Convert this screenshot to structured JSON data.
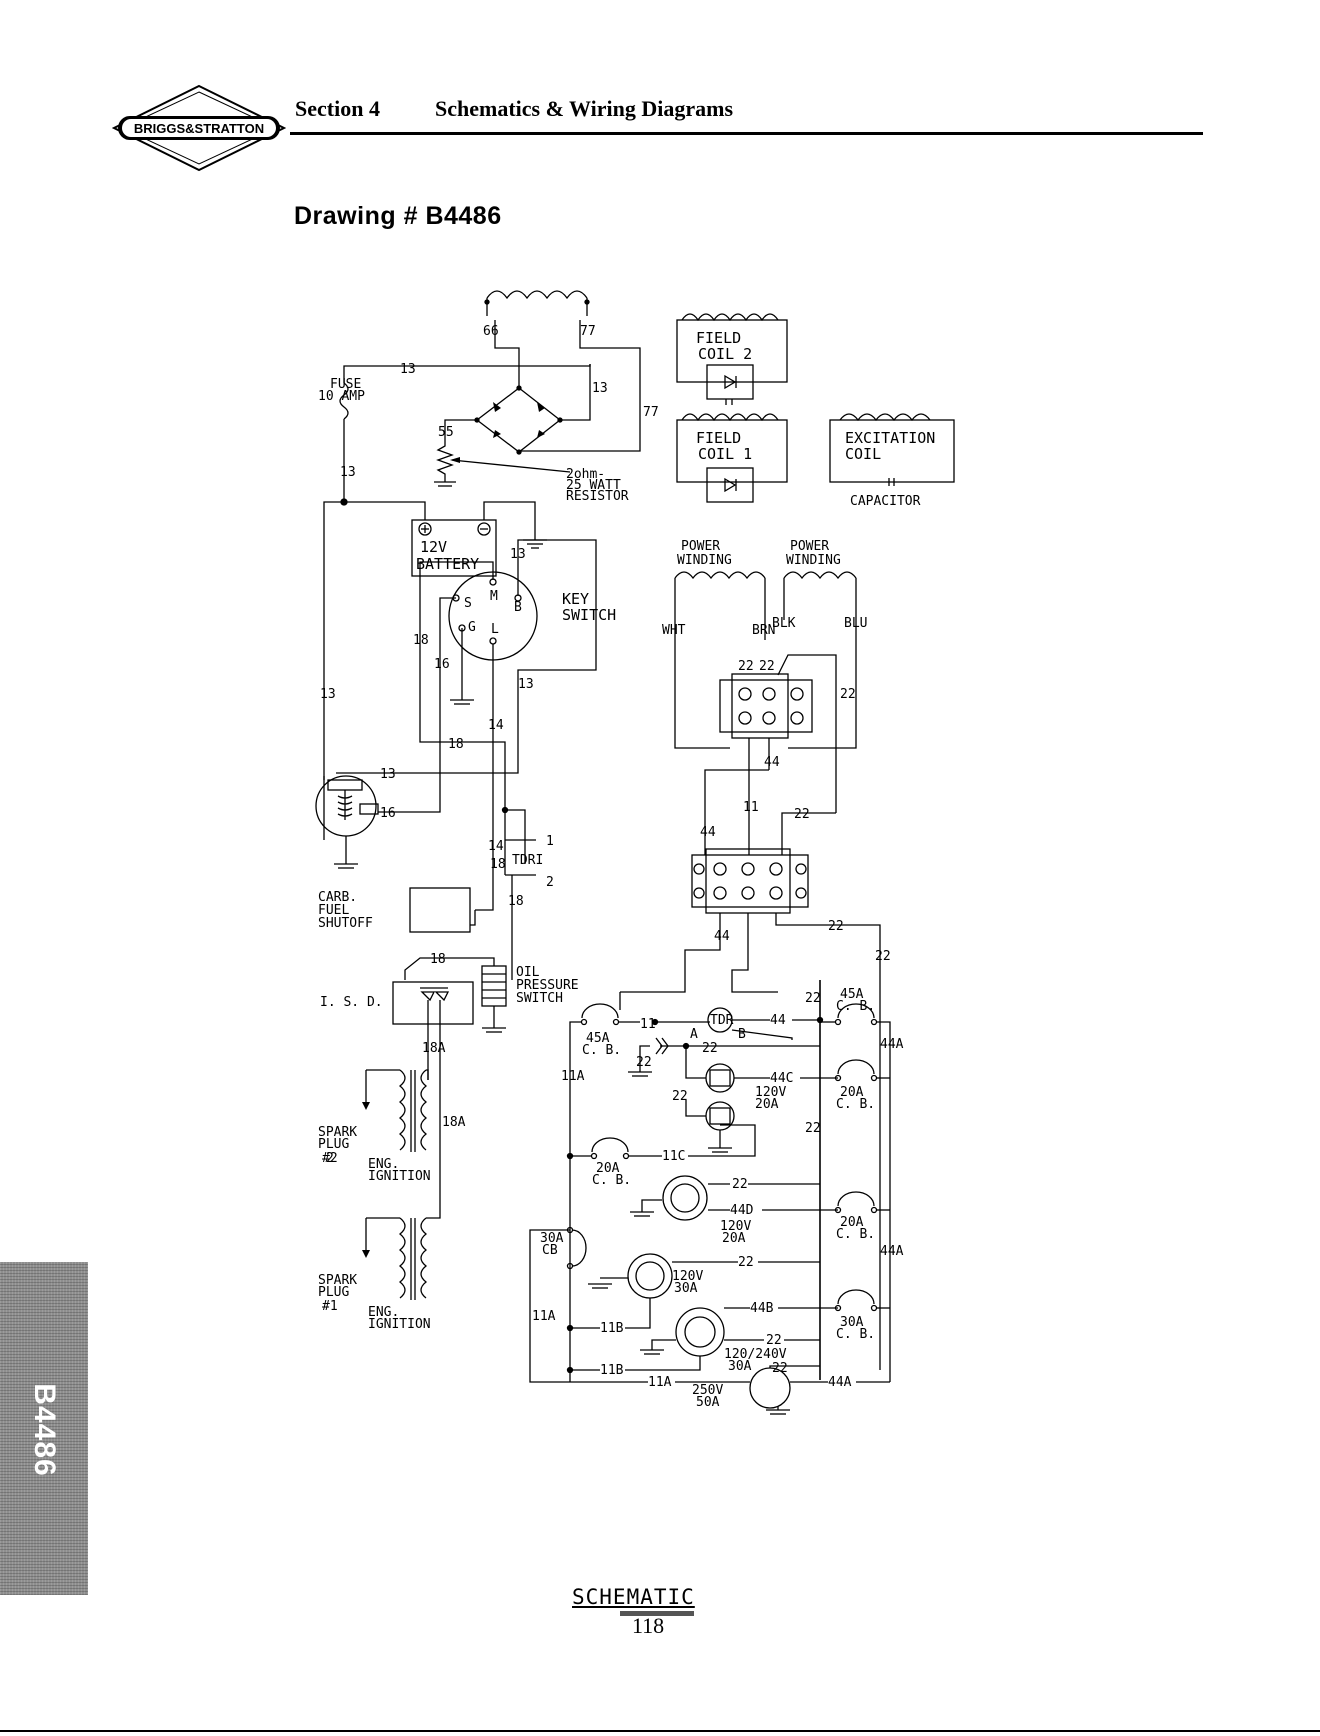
{
  "header": {
    "brand": "BRIGGS&STRATTON",
    "section": "Section 4",
    "title": "Schematics & Wiring Diagrams"
  },
  "drawing": {
    "prefix": "Drawing #",
    "number": "B4486"
  },
  "side_tab": "B4486",
  "caption": "SCHEMATIC",
  "page_number": "118",
  "labels": {
    "fuse": "FUSE",
    "fuse_rating": "10 AMP",
    "resistor_1": "2ohm-",
    "resistor_2": "25 WATT",
    "resistor_3": "RESISTOR",
    "battery_1": "12V",
    "battery_2": "BATTERY",
    "field_coil_2_a": "FIELD",
    "field_coil_2_b": "COIL 2",
    "field_coil_1_a": "FIELD",
    "field_coil_1_b": "COIL 1",
    "excitation_a": "EXCITATION",
    "excitation_b": "COIL",
    "capacitor": "CAPACITOR",
    "power_winding_a": "POWER",
    "power_winding_b": "WINDING",
    "key_switch_a": "KEY",
    "key_switch_b": "SWITCH",
    "carb_1": "CARB.",
    "carb_2": "FUEL",
    "carb_3": "SHUTOFF",
    "tdri": "TDRI",
    "oil_1": "OIL",
    "oil_2": "PRESSURE",
    "oil_3": "SWITCH",
    "isd": "I. S. D.",
    "spark_1": "SPARK",
    "spark_plug": "PLUG",
    "spark_no2": "#2",
    "spark_no1": "#1",
    "eng": "ENG.",
    "ignition": "IGNITION",
    "wht": "WHT",
    "brn": "BRN",
    "blk": "BLK",
    "blu": "BLU",
    "cb": "C. B.",
    "cb30": "CB",
    "a45": "45A",
    "a20": "20A",
    "a30": "30A",
    "v120": "120V",
    "v120_240": "120/240V",
    "v250": "250V",
    "a50": "50A",
    "tdr": "TDR",
    "A": "A",
    "B": "B",
    "M": "M",
    "S": "S",
    "G": "G",
    "L": "L"
  },
  "wires": {
    "w13": "13",
    "w14": "14",
    "w16": "16",
    "w18": "18",
    "w55": "55",
    "w66": "66",
    "w77": "77",
    "w22": "22",
    "w44": "44",
    "w11": "11",
    "w1": "1",
    "w2": "2",
    "w18A": "18A",
    "w11A": "11A",
    "w11B": "11B",
    "w11C": "11C",
    "w44A": "44A",
    "w44B": "44B",
    "w44C": "44C",
    "w44D": "44D"
  }
}
